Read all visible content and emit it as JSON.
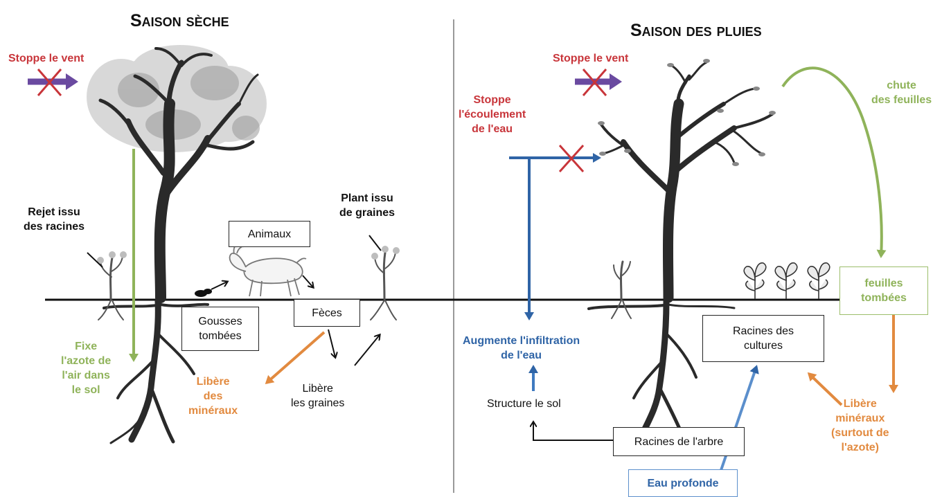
{
  "titles": {
    "left": "Saison sèche",
    "right": "Saison des pluies"
  },
  "left": {
    "wind": "Stoppe le vent",
    "root_shoot": [
      "Rejet issu",
      "des racines"
    ],
    "seed_plant": [
      "Plant issu",
      "de graines"
    ],
    "animals": "Animaux",
    "feces": "Fèces",
    "pods": [
      "Gousses",
      "tombées"
    ],
    "fix_nitrogen": [
      "Fixe",
      "l'azote de",
      "l'air dans",
      "le sol"
    ],
    "release_minerals": [
      "Libère",
      "des",
      "minéraux"
    ],
    "release_seeds": [
      "Libère",
      "les graines"
    ]
  },
  "right": {
    "wind": "Stoppe le vent",
    "water_flow": [
      "Stoppe",
      "l'écoulement",
      "de l'eau"
    ],
    "infiltration": [
      "Augmente l'infiltration",
      "de l'eau"
    ],
    "soil_structure": "Structure le sol",
    "tree_roots": "Racines de l'arbre",
    "deep_water": "Eau profonde",
    "crop_roots": [
      "Racines des",
      "cultures"
    ],
    "leaf_fall": [
      "chute",
      "des feuilles"
    ],
    "fallen_leaves": [
      "feuilles",
      "tombées"
    ],
    "release_minerals": [
      "Libère",
      "minéraux",
      "(surtout de",
      "l'azote)"
    ]
  },
  "colors": {
    "red": "#c8353a",
    "green": "#8fb35a",
    "orange": "#e28a3f",
    "blue": "#2f64a6",
    "purple": "#6a4aa0"
  }
}
